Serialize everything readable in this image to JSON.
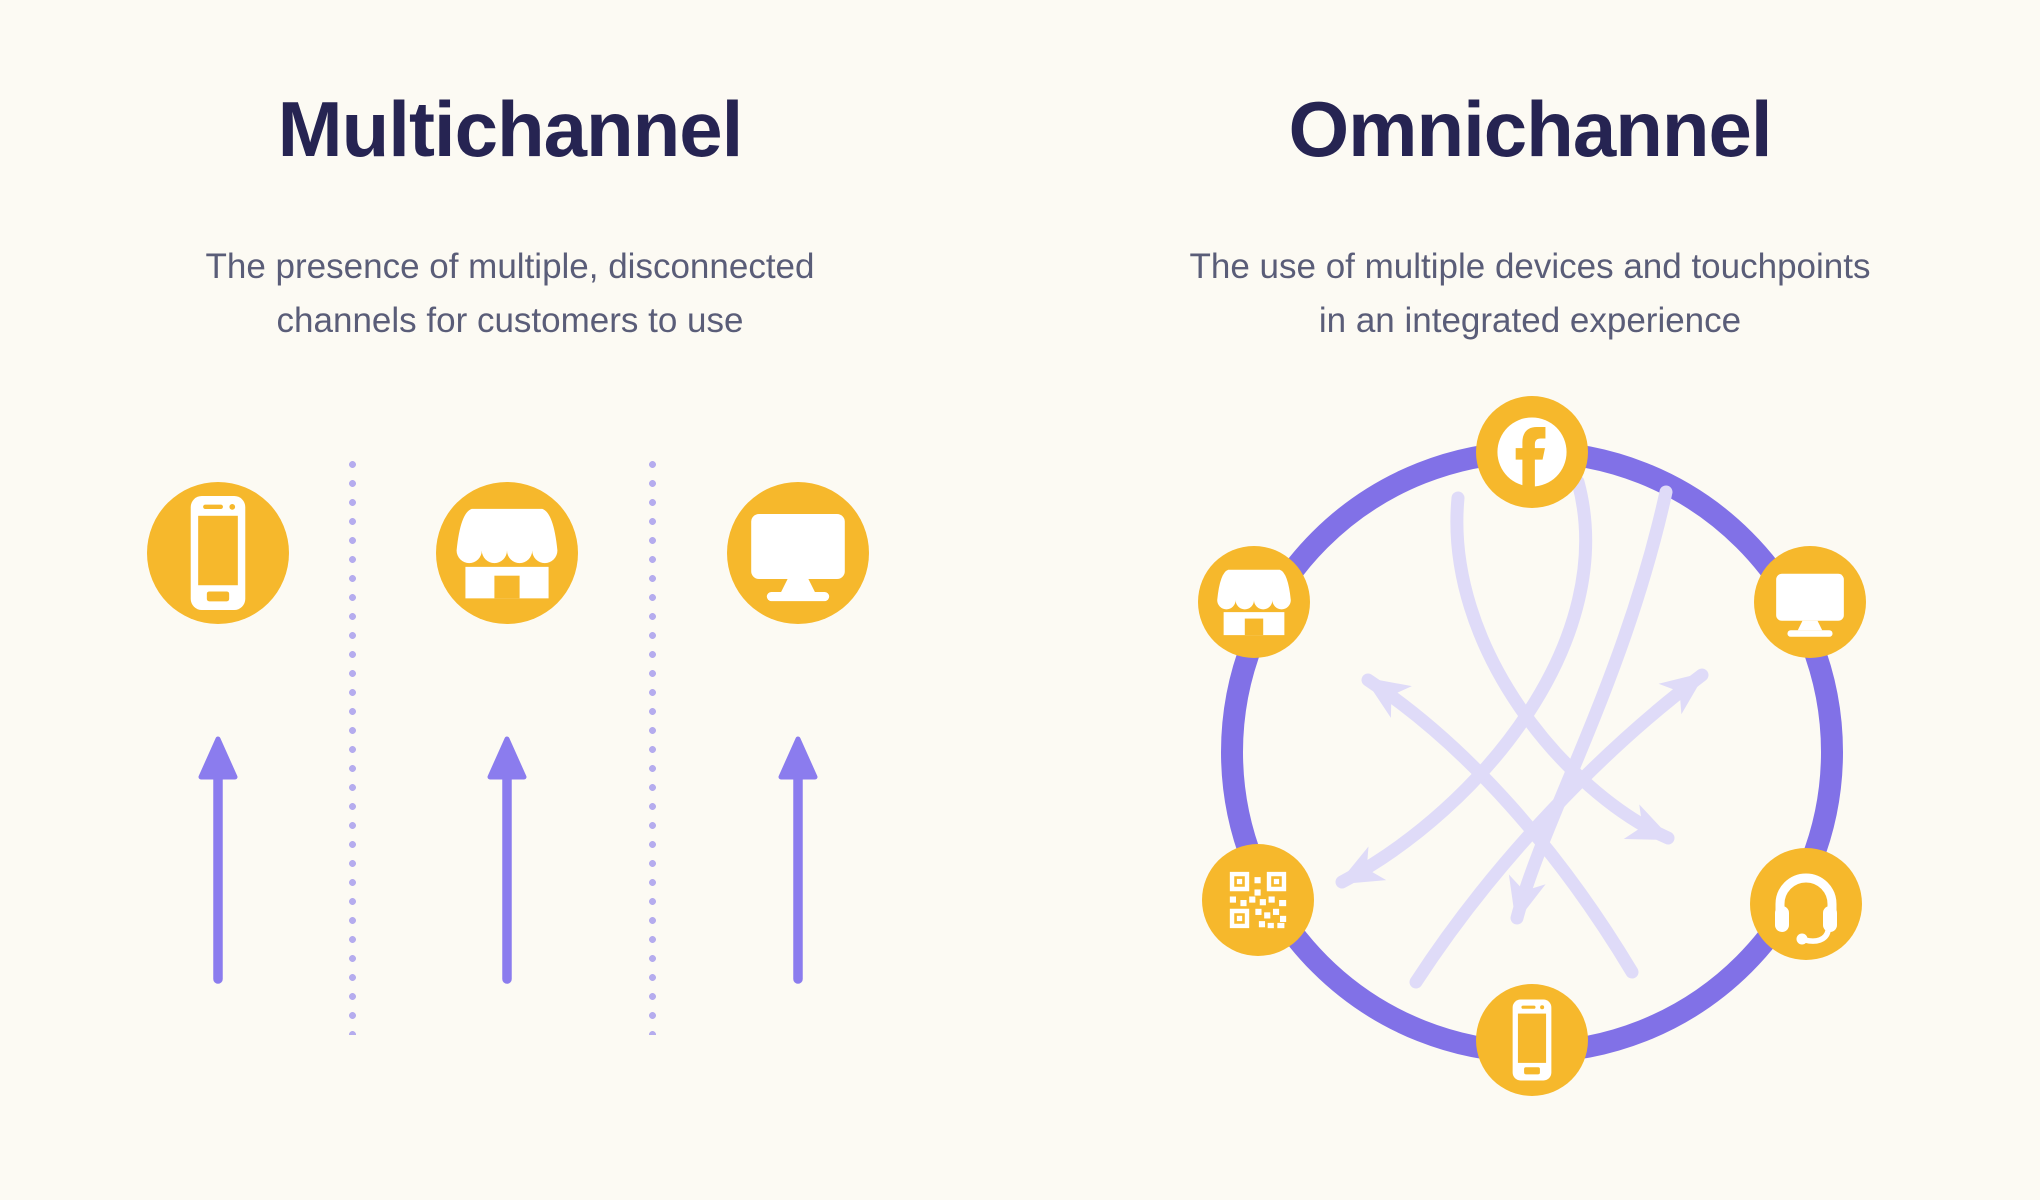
{
  "colors": {
    "background": "#FCFAF3",
    "yellow": "#F6B82C",
    "purple": "#8171E7",
    "arrow-purple": "#8B7CEE",
    "lavender": "#DFDBF8",
    "dots": "#B5ACEE",
    "title": "#262452",
    "subtitle": "#5A5D78"
  },
  "multichannel": {
    "title": "Multichannel",
    "description_lines": [
      "The presence of multiple, disconnected",
      "channels for customers to use"
    ],
    "channel_icons": [
      "smartphone-icon",
      "store-icon",
      "desktop-icon"
    ],
    "separator_style": "vertical-dotted-lines",
    "flow": "three parallel upward arrows, one per channel"
  },
  "omnichannel": {
    "title": "Omnichannel",
    "description_lines": [
      "The use of multiple devices and touchpoints",
      "in an integrated experience"
    ],
    "node_icons": [
      "facebook-icon",
      "desktop-icon",
      "headset-icon",
      "smartphone-icon",
      "qr-code-icon",
      "store-icon"
    ],
    "flow": "connected ring with criss-cross arrows between all touchpoints"
  }
}
